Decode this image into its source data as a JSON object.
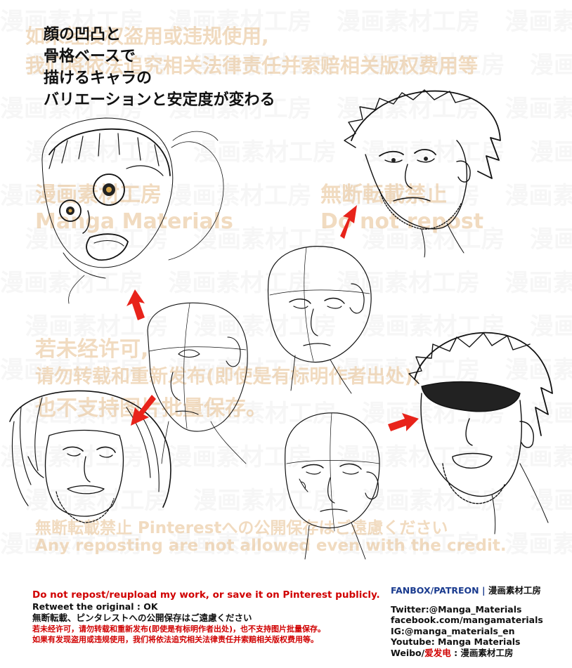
{
  "title_lines": [
    "顔の凹凸と",
    "骨格ベースで",
    "描けるキャラの",
    "バリエーションと安定度が変わる"
  ],
  "watermarks": {
    "top_cn_1": "如未经授权盗用或违规使用,",
    "top_cn_2": "我们将依法追究相关法律责任并索赔相关版权费用等",
    "studio_jp": "漫画素材工房",
    "studio_en": "Manga Materials",
    "no_repost_jp": "無断転載禁止",
    "no_repost_en": "Do not repost",
    "mid_cn_1": "若未经许可,",
    "mid_cn_2": "请勿转载和重新发布(即使是有标明作者出处),",
    "mid_cn_3": "也不支持图片批量保存。",
    "bottom_jp": "無断転載禁止 Pinterestへの公開保存はご遠慮ください",
    "bottom_en": "Any reposting are not allowed even with the credit.",
    "grid_text": "漫画素材工房"
  },
  "footer": {
    "left": {
      "line1": "Do not repost/reupload my work, or save it on Pinterest publicly.",
      "line2": "Retweet the original : OK",
      "line3": "無断転載、ピンタレストへの公開保存はご遠慮ください",
      "line4": "若未经许可，请勿转载和重新发布(即使是有标明作者出处)，也不支持图片批量保存。",
      "line5": "如果有发现盗用或违规使用，我们将依法追究相关法律责任并索赔相关版权费用等。"
    },
    "right": {
      "fanbox": "FANBOX/PATREON | ",
      "studio": "漫画素材工房",
      "twitter": "Twitter:@Manga_Materials",
      "facebook": "facebook.com/mangamaterials",
      "ig": "IG:@manga_materials_en",
      "youtube": "Youtube: Manga Materials",
      "weibo_prefix": "Weibo/",
      "weibo_red": "爱发电",
      "weibo_suffix": " : 漫画素材工房"
    }
  },
  "colors": {
    "arrow_red": "#e8231a",
    "footer_red": "#d00000",
    "fanbox_blue": "#1a3b8f",
    "watermark": "#e6be8c"
  },
  "figures": [
    "cartoon-shocked-face",
    "rough-construction-head",
    "long-haired-bearded-man",
    "bald-construction-head-tilted",
    "spiky-haired-bearded-man",
    "bald-construction-head-front",
    "visor-wearing-old-man"
  ]
}
